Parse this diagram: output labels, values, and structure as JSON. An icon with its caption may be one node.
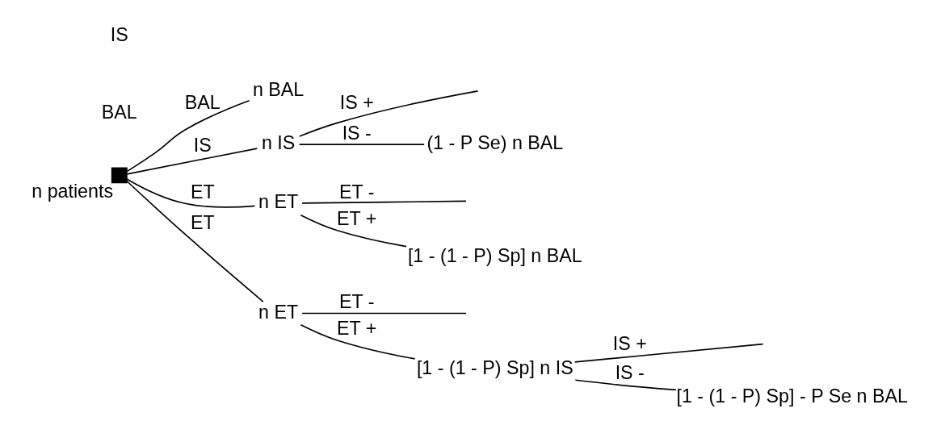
{
  "diagram": {
    "nodes": [
      {
        "text": [],
        "shape": "box",
        "beside": [
          "n patients"
        ]
      },
      {
        "text": [
          "n BAL"
        ]
      },
      {
        "text": [
          "n IS"
        ]
      },
      {
        "text": [
          "(1 - P Se) n BAL"
        ]
      },
      {
        "text": [
          "n ET"
        ]
      },
      {
        "text": [
          "[1 - (1 - P) Sp] n BAL"
        ]
      },
      {
        "text": [
          "n ET"
        ]
      },
      {
        "text": [
          "[1 - (1 - P) Sp] n IS"
        ]
      },
      {
        "text": [
          "[1 - (1 - P) Sp] - P Se n BAL"
        ]
      }
    ],
    "edges": [
      {
        "from": 0,
        "to": 1,
        "arrow": "none",
        "label": "BAL"
      },
      {
        "from": 0,
        "to": 2,
        "arrow": "none",
        "label": "IS"
      },
      {
        "from": 0,
        "to": 4,
        "arrow": "none",
        "label": "ET"
      },
      {
        "from": 0,
        "to": 6,
        "arrow": "none",
        "label": "ET"
      },
      {
        "from": 2,
        "to": null,
        "arrow": "none",
        "label": "IS +"
      },
      {
        "from": 2,
        "to": 3,
        "arrow": "none",
        "label": "IS -"
      },
      {
        "from": 4,
        "to": null,
        "arrow": "none",
        "label": "ET -"
      },
      {
        "from": 4,
        "to": 5,
        "arrow": "none",
        "label": "ET +"
      },
      {
        "from": 6,
        "to": null,
        "arrow": "none",
        "label": "ET -"
      },
      {
        "from": 6,
        "to": 7,
        "arrow": "none",
        "label": "ET +"
      },
      {
        "from": 7,
        "to": null,
        "arrow": "none",
        "label": "IS +"
      },
      {
        "from": 7,
        "to": 8,
        "arrow": "none",
        "label": "IS -"
      }
    ],
    "labels": [
      "BAL",
      "IS"
    ]
  }
}
